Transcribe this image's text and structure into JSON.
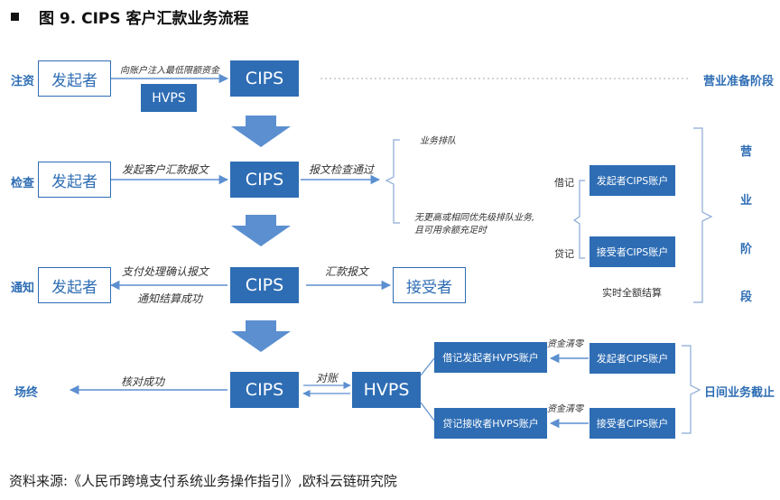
{
  "title": "图 9. CIPS 客户汇款业务流程",
  "stages": {
    "inject": "注资",
    "check": "检查",
    "notify": "通知",
    "end": "场终"
  },
  "right_labels": {
    "prep": "营业准备阶段",
    "business": [
      "营",
      "业",
      "阶",
      "段"
    ],
    "cutoff": "日间业务截止"
  },
  "nodes": {
    "initiator": "发起者",
    "cips": "CIPS",
    "hvps": "HVPS",
    "receiver": "接受者",
    "initiator_cips_account": "发起者CIPS账户",
    "receiver_cips_account": "接受者CIPS账户",
    "debit_hvps": "借记发起者HVPS账户",
    "credit_hvps": "贷记接收者HVPS账户"
  },
  "labels": {
    "inject_fund": "向账户注入最低限额资金",
    "send_remit_msg": "发起客户汇款报文",
    "msg_check_pass": "报文检查通过",
    "queue": "业务排队",
    "no_higher_priority": "无更高或相同优先级排队业务,",
    "balance_sufficient": "且可用余额充足时",
    "debit": "借记",
    "credit": "贷记",
    "realtime_gross": "实时全额结算",
    "payment_confirm": "支付处理确认报文",
    "settle_success": "通知结算成功",
    "remit_msg": "汇款报文",
    "verify_success": "核对成功",
    "reconcile": "对账",
    "fund_clear_1": "资金清零",
    "fund_clear_2": "资金清零"
  },
  "source": "资料来源:《人民币跨境支付系统业务操作指引》,欧科云链研究院"
}
